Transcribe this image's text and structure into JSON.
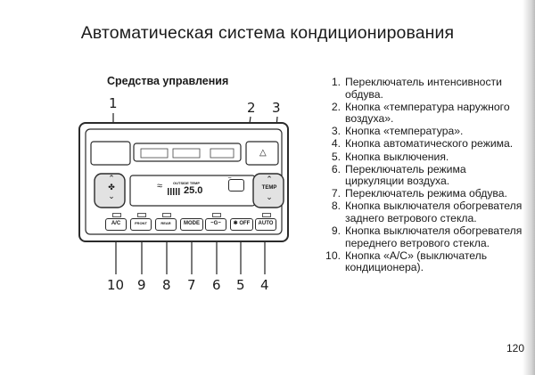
{
  "page": {
    "title": "Автоматическая система кондиционирования",
    "section_title": "Средства управления",
    "page_number": "120"
  },
  "callouts": {
    "top": [
      "1",
      "2",
      "3"
    ],
    "bottom": [
      "10",
      "9",
      "8",
      "7",
      "6",
      "5",
      "4"
    ]
  },
  "panel": {
    "display_label": "OUTSIDE TEMP",
    "display_value": "25.0",
    "buttons": [
      {
        "id": "ac",
        "label": "A/C"
      },
      {
        "id": "rear",
        "label": "REAR"
      },
      {
        "id": "front",
        "label": "FRONT"
      },
      {
        "id": "mode",
        "label": "MODE"
      },
      {
        "id": "fresh",
        "label": "~G~"
      },
      {
        "id": "off",
        "label": "✱ OFF"
      },
      {
        "id": "auto",
        "label": "AUTO"
      }
    ],
    "temp_label": "TEMP"
  },
  "legend": [
    {
      "num": "1.",
      "text": "Переключатель интенсивности обдува."
    },
    {
      "num": "2.",
      "text": "Кнопка «температура наружного воздуха»."
    },
    {
      "num": "3.",
      "text": "Кнопка «температура»."
    },
    {
      "num": "4.",
      "text": "Кнопка автоматического режима."
    },
    {
      "num": "5.",
      "text": "Кнопка выключения."
    },
    {
      "num": "6.",
      "text": "Переключатель режима циркуляции воздуха."
    },
    {
      "num": "7.",
      "text": "Переключатель режима обдува."
    },
    {
      "num": "8.",
      "text": "Кнопка выключателя обогревателя заднего ветрового стекла."
    },
    {
      "num": "9.",
      "text": "Кнопка выключателя обогревателя переднего ветрового стекла."
    },
    {
      "num": "10.",
      "text": "Кнопка «A/C» (выключатель кондиционера)."
    }
  ]
}
